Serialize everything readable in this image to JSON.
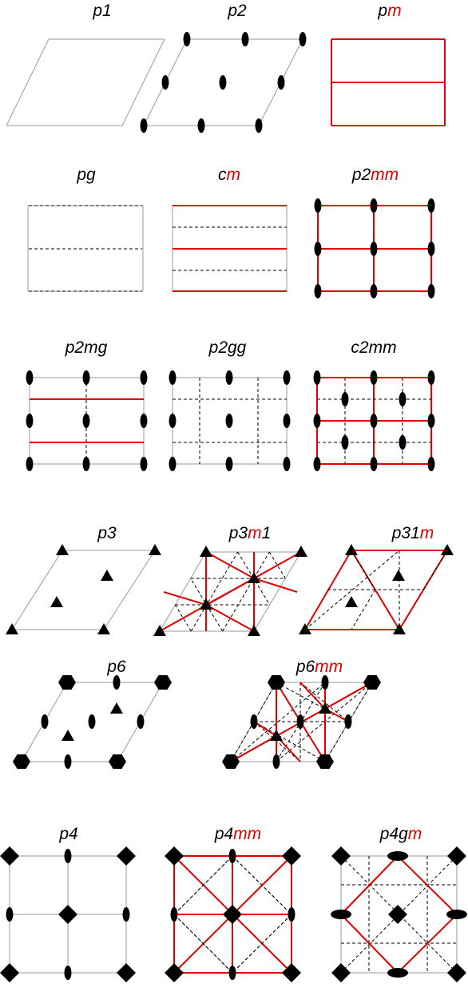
{
  "colors": {
    "mirror": "#e00000",
    "cell": "#999999",
    "glide": "#000000",
    "rotation": "#000000",
    "label": "#000000"
  },
  "diagrams": [
    {
      "key": "p1",
      "parts": [
        {
          "t": "p1",
          "red": false
        }
      ]
    },
    {
      "key": "p2",
      "parts": [
        {
          "t": "p2",
          "red": false
        }
      ]
    },
    {
      "key": "pm",
      "parts": [
        {
          "t": "p",
          "red": false
        },
        {
          "t": "m",
          "red": true
        }
      ]
    },
    {
      "key": "pg",
      "parts": [
        {
          "t": "pg",
          "red": false
        }
      ]
    },
    {
      "key": "cm",
      "parts": [
        {
          "t": "c",
          "red": false
        },
        {
          "t": "m",
          "red": true
        }
      ]
    },
    {
      "key": "p2mm",
      "parts": [
        {
          "t": "p2",
          "red": false
        },
        {
          "t": "mm",
          "red": true
        }
      ]
    },
    {
      "key": "p2mg",
      "parts": [
        {
          "t": "p2mg",
          "red": false
        }
      ]
    },
    {
      "key": "p2gg",
      "parts": [
        {
          "t": "p2gg",
          "red": false
        }
      ]
    },
    {
      "key": "c2mm",
      "parts": [
        {
          "t": "c2mm",
          "red": false
        }
      ]
    },
    {
      "key": "p3",
      "parts": [
        {
          "t": "p3",
          "red": false
        }
      ]
    },
    {
      "key": "p3m1",
      "parts": [
        {
          "t": "p3",
          "red": false
        },
        {
          "t": "m",
          "red": true
        },
        {
          "t": "1",
          "red": false
        }
      ]
    },
    {
      "key": "p31m",
      "parts": [
        {
          "t": "p31",
          "red": false
        },
        {
          "t": "m",
          "red": true
        }
      ]
    },
    {
      "key": "p6",
      "parts": [
        {
          "t": "p6",
          "red": false
        }
      ]
    },
    {
      "key": "p6mm",
      "parts": [
        {
          "t": "p6",
          "red": false
        },
        {
          "t": "mm",
          "red": true
        }
      ]
    },
    {
      "key": "p4",
      "parts": [
        {
          "t": "p4",
          "red": false
        }
      ]
    },
    {
      "key": "p4mm",
      "parts": [
        {
          "t": "p4",
          "red": false
        },
        {
          "t": "mm",
          "red": true
        }
      ]
    },
    {
      "key": "p4gm",
      "parts": [
        {
          "t": "p4g",
          "red": false
        },
        {
          "t": "m",
          "red": true
        }
      ]
    }
  ]
}
